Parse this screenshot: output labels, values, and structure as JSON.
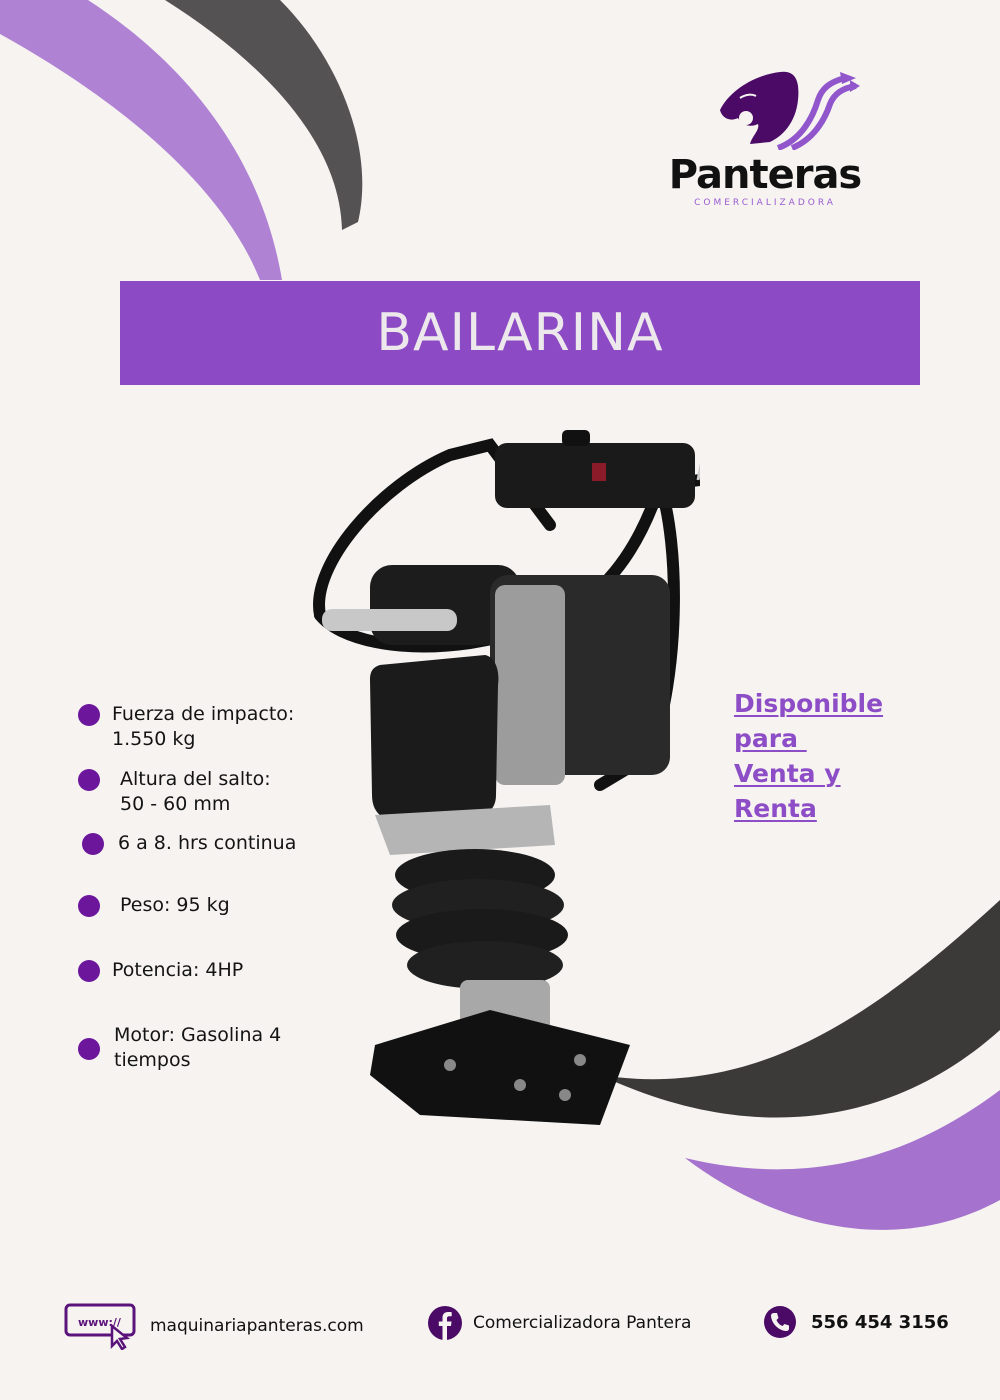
{
  "brand": {
    "name": "Panteras",
    "subtitle": "COMERCIALIZADORA",
    "logo_icon": "panther-head-with-arrows-icon"
  },
  "title": "BAILARINA",
  "specs": [
    {
      "lines": [
        "Fuerza de impacto:",
        "1.550 kg"
      ]
    },
    {
      "lines": [
        "Altura del salto:",
        "50 - 60 mm"
      ]
    },
    {
      "lines": [
        "6 a 8. hrs continua"
      ]
    },
    {
      "lines": [
        "Peso: 95 kg"
      ]
    },
    {
      "lines": [
        "Potencia: 4HP"
      ]
    },
    {
      "lines": [
        "Motor: Gasolina 4",
        "tiempos"
      ]
    }
  ],
  "availability": {
    "lines": [
      "Disponible",
      "para ",
      "Venta y",
      "Renta"
    ]
  },
  "product_image": "tamping rammer (bailarina) machine",
  "footer": {
    "website": {
      "icon": "www-cursor-icon",
      "icon_text": "www://",
      "text": "maquinariapanteras.com"
    },
    "facebook": {
      "icon": "facebook-icon",
      "text": "Comercializadora Pantera"
    },
    "phone": {
      "icon": "phone-icon",
      "text": "556 454 3156"
    }
  },
  "colors": {
    "background": "#f6f3f1",
    "banner": "#8c4bc4",
    "bullet": "#6c169c",
    "accent_text": "#8d4dc6",
    "swoosh_light_purple": "#b082d4",
    "swoosh_dark": "#3b3a39",
    "icon_purple": "#4a0a66"
  }
}
